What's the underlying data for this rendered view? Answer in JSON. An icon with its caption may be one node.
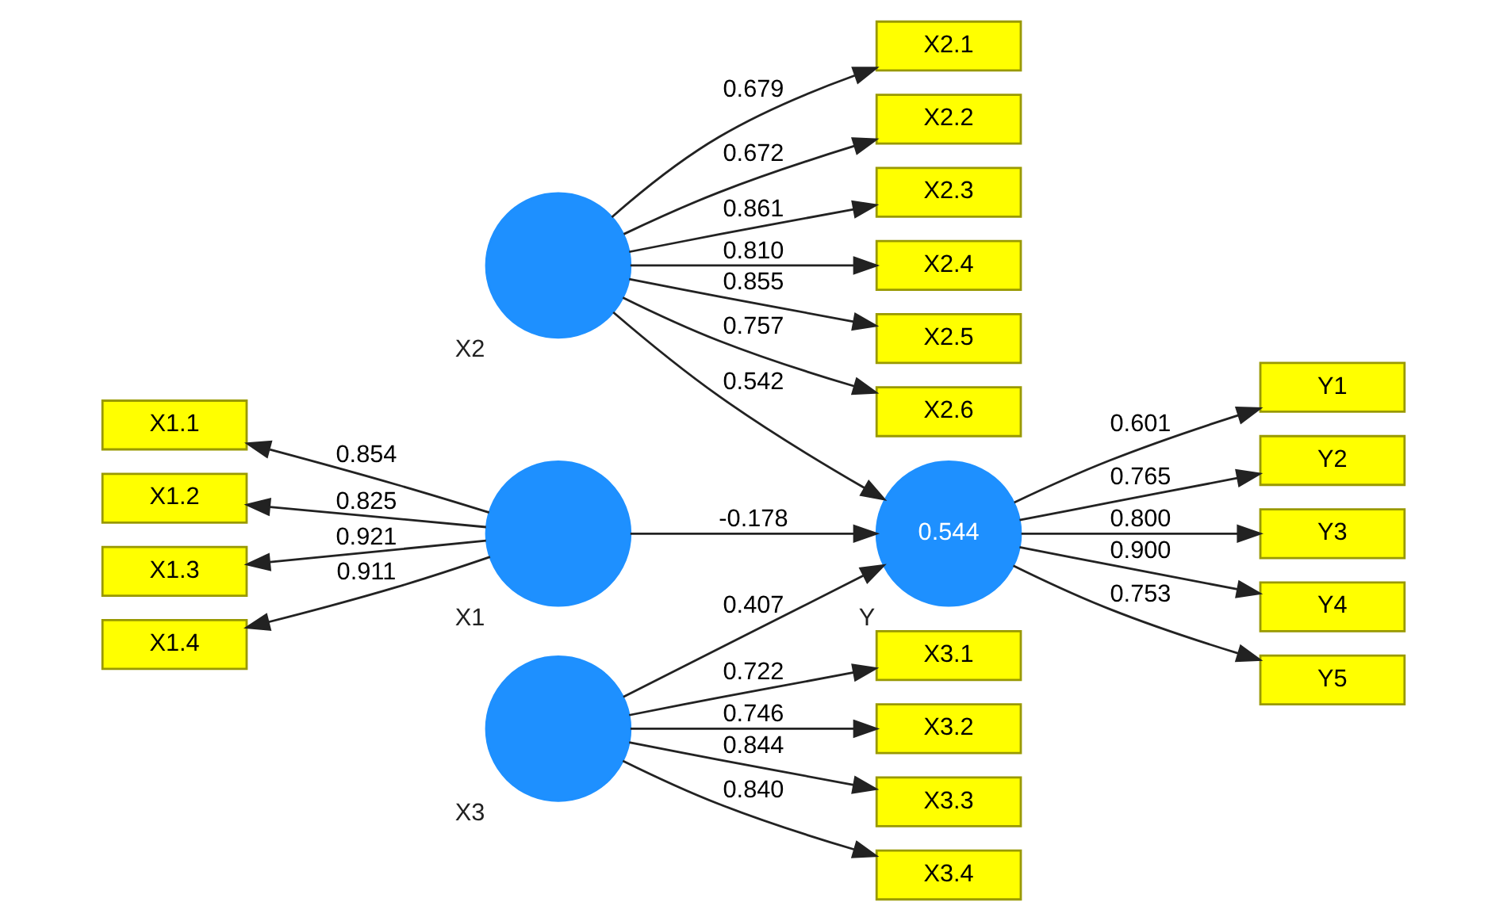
{
  "diagram": {
    "nodes": [
      {
        "text": [
          "X2.1"
        ]
      },
      {
        "text": [
          "X2.2"
        ]
      },
      {
        "text": [
          "X2.3"
        ]
      },
      {
        "text": [
          "X2.4"
        ]
      },
      {
        "text": [
          "X2.5"
        ]
      },
      {
        "text": [
          "X2.6"
        ]
      },
      {
        "text": [],
        "shape": "circle",
        "beside": [
          "X2"
        ]
      },
      {
        "text": [
          "X1.1"
        ]
      },
      {
        "text": [
          "X1.2"
        ]
      },
      {
        "text": [
          "X1.3"
        ]
      },
      {
        "text": [
          "X1.4"
        ]
      },
      {
        "text": [],
        "shape": "circle",
        "beside": [
          "X1"
        ]
      },
      {
        "text": [
          "0.544"
        ],
        "beside": [
          "Y"
        ]
      },
      {
        "text": [
          "Y1"
        ]
      },
      {
        "text": [
          "Y2"
        ]
      },
      {
        "text": [
          "Y3"
        ]
      },
      {
        "text": [
          "Y4"
        ]
      },
      {
        "text": [
          "Y5"
        ]
      },
      {
        "text": [],
        "shape": "circle",
        "beside": [
          "X3"
        ]
      },
      {
        "text": [
          "X3.1"
        ]
      },
      {
        "text": [
          "X3.2"
        ]
      },
      {
        "text": [
          "X3.3"
        ]
      },
      {
        "text": [
          "X3.4"
        ]
      }
    ],
    "edges": [
      {
        "from": 6,
        "to": 0,
        "arrow": "to",
        "label": "0.679"
      },
      {
        "from": 6,
        "to": 1,
        "arrow": "to",
        "label": "0.672"
      },
      {
        "from": 6,
        "to": 2,
        "arrow": "to",
        "label": "0.861"
      },
      {
        "from": 6,
        "to": 3,
        "arrow": "to",
        "label": "0.810"
      },
      {
        "from": 6,
        "to": 4,
        "arrow": "to",
        "label": "0.855"
      },
      {
        "from": 6,
        "to": 5,
        "arrow": "to",
        "label": "0.757"
      },
      {
        "from": 11,
        "to": 7,
        "arrow": "to",
        "label": "0.854"
      },
      {
        "from": 11,
        "to": 8,
        "arrow": "to",
        "label": "0.825"
      },
      {
        "from": 11,
        "to": 9,
        "arrow": "to",
        "label": "0.921"
      },
      {
        "from": 11,
        "to": 10,
        "arrow": "to",
        "label": "0.911"
      },
      {
        "from": 6,
        "to": 12,
        "arrow": "to",
        "label": "0.542"
      },
      {
        "from": 11,
        "to": 12,
        "arrow": "to",
        "label": "-0.178"
      },
      {
        "from": 18,
        "to": 12,
        "arrow": "to",
        "label": "0.407"
      },
      {
        "from": 12,
        "to": 13,
        "arrow": "to",
        "label": "0.601"
      },
      {
        "from": 12,
        "to": 14,
        "arrow": "to",
        "label": "0.765"
      },
      {
        "from": 12,
        "to": 15,
        "arrow": "to",
        "label": "0.800"
      },
      {
        "from": 12,
        "to": 16,
        "arrow": "to",
        "label": "0.900"
      },
      {
        "from": 12,
        "to": 17,
        "arrow": "to",
        "label": "0.753"
      },
      {
        "from": 18,
        "to": 19,
        "arrow": "to",
        "label": "0.722"
      },
      {
        "from": 18,
        "to": 20,
        "arrow": "to",
        "label": "0.746"
      },
      {
        "from": 18,
        "to": 21,
        "arrow": "to",
        "label": "0.844"
      },
      {
        "from": 18,
        "to": 22,
        "arrow": "to",
        "label": "0.840"
      }
    ]
  }
}
